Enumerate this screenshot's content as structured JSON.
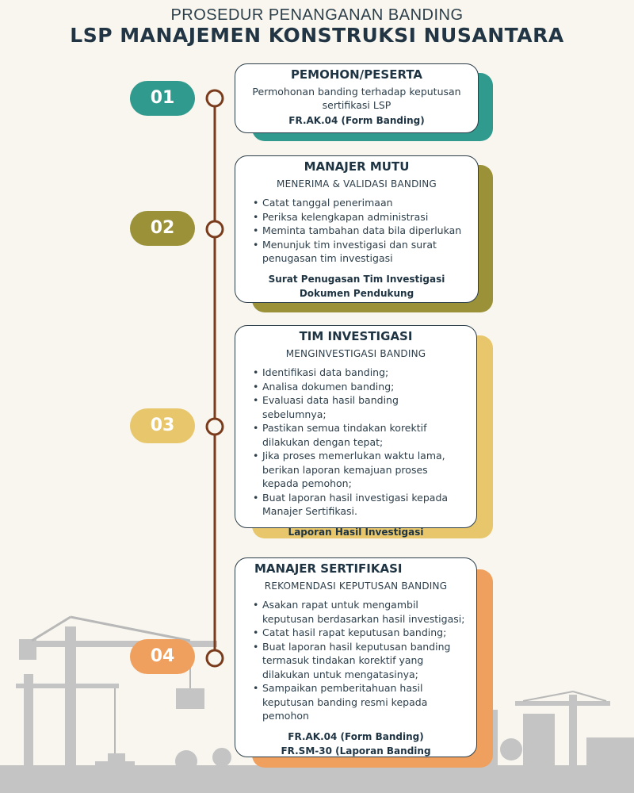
{
  "header": {
    "title": "PROSEDUR PENANGANAN BANDING",
    "subtitle": "LSP MANAJEMEN KONSTRUKSI NUSANTARA"
  },
  "colors": {
    "teal": "#2f9a8d",
    "olive": "#9a9138",
    "yellow": "#e8c76c",
    "orange": "#f0a05e",
    "timeline": "#7a3b1c",
    "dark": "#2c3e4a"
  },
  "steps": [
    {
      "number": "01",
      "title": "PEMOHON/PESERTA",
      "description": "Permohonan banding terhadap keputusan sertifikasi LSP",
      "documents": [
        "FR.AK.04 (Form Banding)"
      ]
    },
    {
      "number": "02",
      "title": "MANAJER MUTU",
      "subtitle": "MENERIMA & VALIDASI BANDING",
      "items": [
        "Catat tanggal penerimaan",
        "Periksa kelengkapan administrasi",
        "Meminta tambahan data bila diperlukan",
        "Menunjuk tim investigasi dan surat penugasan tim investigasi"
      ],
      "documents": [
        "Surat Penugasan Tim Investigasi",
        "Dokumen Pendukung"
      ]
    },
    {
      "number": "03",
      "title": "TIM INVESTIGASI",
      "subtitle": "MENGINVESTIGASI BANDING",
      "items": [
        "Identifikasi data banding;",
        "Analisa dokumen banding;",
        "Evaluasi data hasil banding sebelumnya;",
        "Pastikan semua tindakan korektif dilakukan dengan tepat;",
        "Jika proses memerlukan waktu lama, berikan laporan kemajuan proses kepada pemohon;",
        "Buat laporan hasil investigasi kepada Manajer Sertifikasi."
      ],
      "documents": [
        "Laporan Hasil Investigasi"
      ]
    },
    {
      "number": "04",
      "title": "MANAJER SERTIFIKASI",
      "subtitle": "REKOMENDASI KEPUTUSAN BANDING",
      "items": [
        "Asakan rapat untuk mengambil keputusan berdasarkan hasil investigasi;",
        "Catat hasil rapat keputusan banding;",
        "Buat laporan hasil keputusan banding termasuk tindakan korektif yang dilakukan untuk mengatasinya;",
        "Sampaikan pemberitahuan hasil keputusan banding resmi kepada pemohon"
      ],
      "documents": [
        "FR.AK.04 (Form Banding)",
        "FR.SM-30 (Laporan Banding"
      ]
    }
  ]
}
